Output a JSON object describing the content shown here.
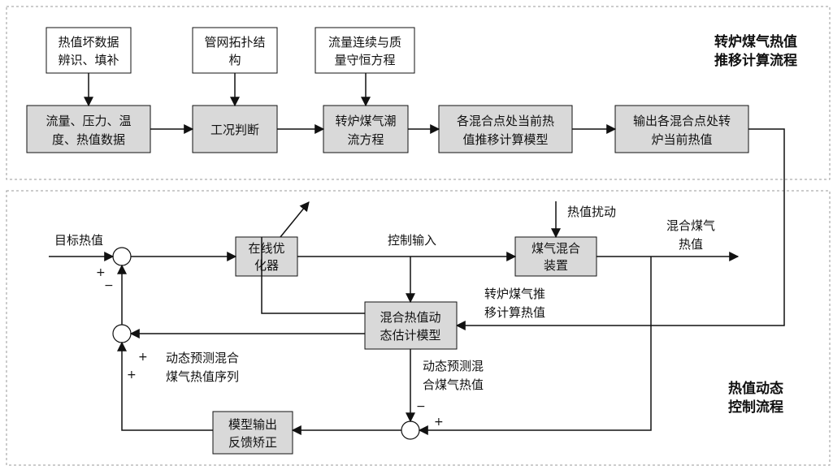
{
  "sections": {
    "top_title": [
      "转炉煤气热值",
      "推移计算流程"
    ],
    "bottom_title": [
      "热值动态",
      "控制流程"
    ]
  },
  "top_boxes": {
    "data_id": [
      "热值坏数据",
      "辨识、填补"
    ],
    "topology": [
      "管网拓扑结",
      "构"
    ],
    "conservation": [
      "流量连续与质",
      "量守恒方程"
    ],
    "measurements": [
      "流量、压力、温",
      "度、热值数据"
    ],
    "condition": [
      "工况判断"
    ],
    "flow_eq": [
      "转炉煤气潮",
      "流方程"
    ],
    "shift_model": [
      "各混合点处当前热",
      "值推移计算模型"
    ],
    "output": [
      "输出各混合点处转",
      "炉当前热值"
    ]
  },
  "control_boxes": {
    "optimizer": [
      "在线优",
      "化器"
    ],
    "mixer": [
      "煤气混合",
      "装置"
    ],
    "estimator": [
      "混合热值动",
      "态估计模型"
    ],
    "feedback": [
      "模型输出",
      "反馈矫正"
    ]
  },
  "labels": {
    "target": "目标热值",
    "control_input": "控制输入",
    "disturbance": "热值扰动",
    "mixed_value": [
      "混合煤气",
      "热值"
    ],
    "shift_value": [
      "转炉煤气推",
      "移计算热值"
    ],
    "predict_seq": [
      "动态预测混合",
      "煤气热值序列"
    ],
    "predict_value": [
      "动态预测混",
      "合煤气热值"
    ]
  },
  "signs": {
    "plus": "+",
    "minus": "−"
  }
}
